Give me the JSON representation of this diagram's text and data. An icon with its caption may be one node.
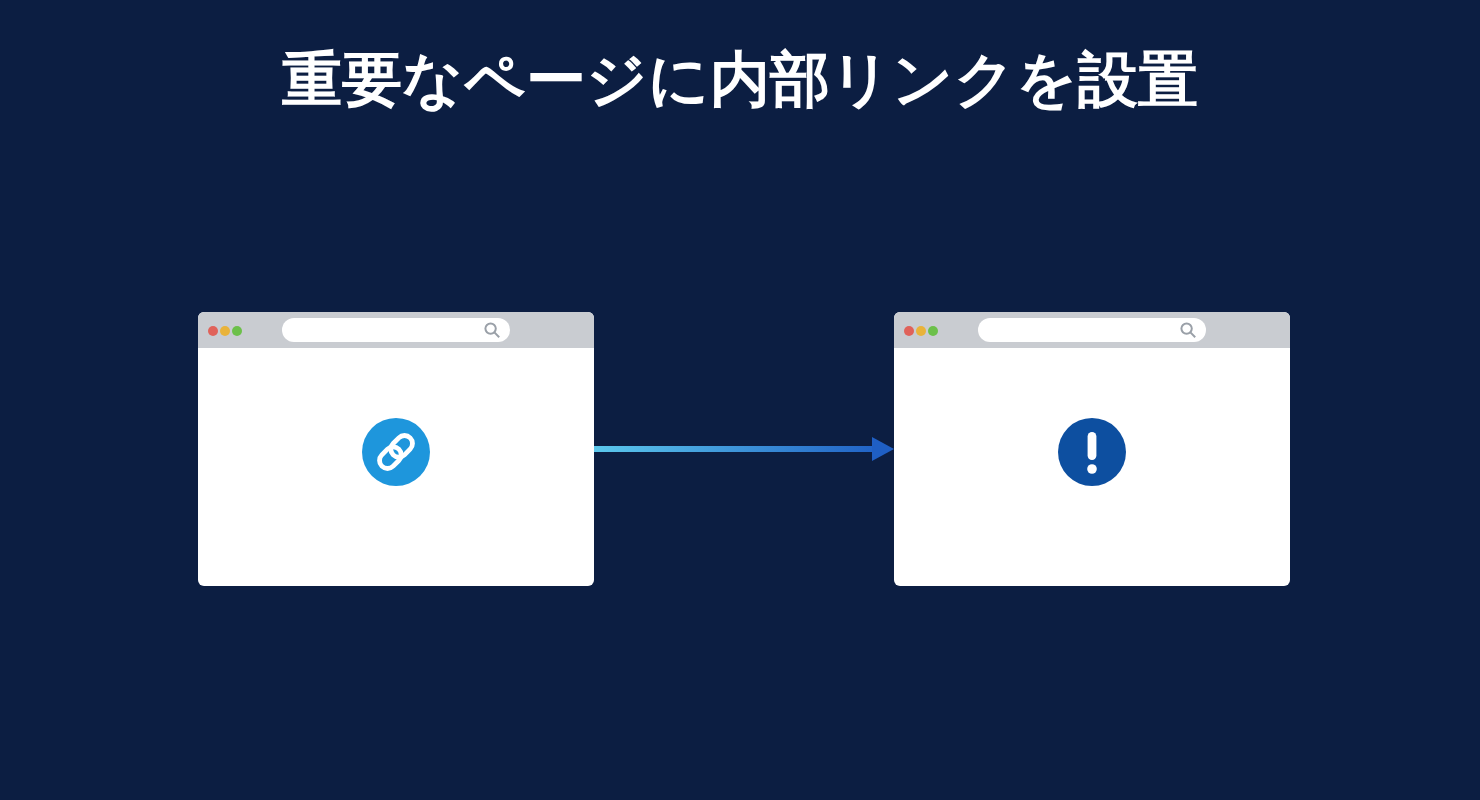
{
  "diagram": {
    "title": "重要なページに内部リンクを設置",
    "nodes": [
      {
        "text": [],
        "shape": "box"
      },
      {
        "text": [],
        "shape": "box"
      }
    ],
    "edges": [
      {
        "from": 0,
        "to": 1,
        "arrow": "to"
      }
    ]
  }
}
